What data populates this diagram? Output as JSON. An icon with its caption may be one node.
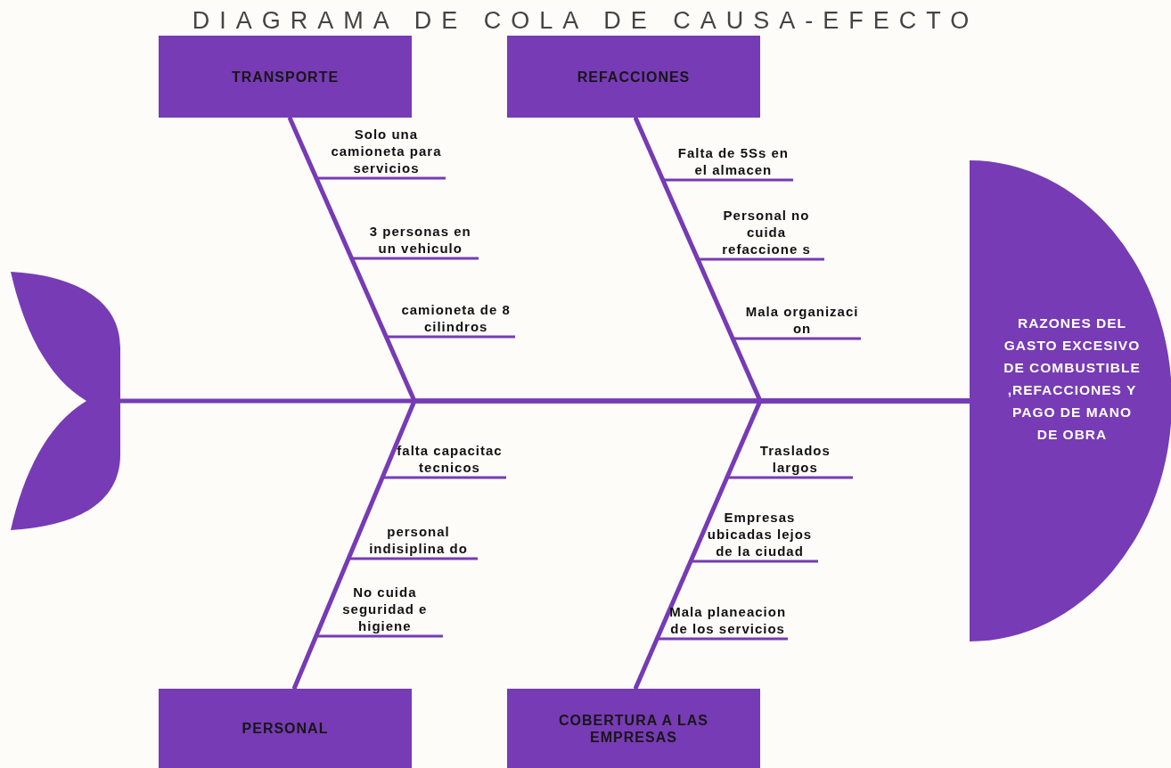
{
  "diagram": {
    "title": "DIAGRAMA DE COLA DE CAUSA-EFECTO",
    "nodes": [
      {
        "text": [
          "TRANSPORTE"
        ]
      },
      {
        "text": [
          "REFACCIONES"
        ]
      },
      {
        "text": [
          "Solo una camioneta para servicios"
        ]
      },
      {
        "text": [
          "3 personas en un vehiculo"
        ]
      },
      {
        "text": [
          "camioneta de 8 cilindros"
        ]
      },
      {
        "text": [
          "Falta de 5Ss en el almacen"
        ]
      },
      {
        "text": [
          "Personal no cuida refaccione s"
        ]
      },
      {
        "text": [
          "Mala organizaci on"
        ]
      },
      {
        "text": [],
        "shape": "tail"
      },
      {
        "text": [
          "RAZONES DEL GASTO EXCESIVO DE COMBUSTIBLE ,REFACCIONES Y PAGO DE MANO DE OBRA"
        ]
      },
      {
        "text": [
          "falta capacitac tecnicos"
        ]
      },
      {
        "text": [
          "personal indisiplina do"
        ]
      },
      {
        "text": [
          "No cuida seguridad e higiene"
        ]
      },
      {
        "text": [
          "Traslados largos"
        ]
      },
      {
        "text": [
          "Empresas ubicadas lejos de la ciudad"
        ]
      },
      {
        "text": [
          "Mala planeacion de los servicios"
        ]
      },
      {
        "text": [
          "PERSONAL"
        ]
      },
      {
        "text": [
          "COBERTURA A LAS EMPRESAS"
        ]
      }
    ],
    "edges": [
      {
        "from": 8,
        "to": 9,
        "arrow": "none"
      },
      {
        "from": 0,
        "to": 9,
        "arrow": "none"
      },
      {
        "from": 1,
        "to": 9,
        "arrow": "none"
      },
      {
        "from": 16,
        "to": 9,
        "arrow": "none"
      },
      {
        "from": 17,
        "to": 9,
        "arrow": "none"
      },
      {
        "from": 2,
        "to": 0,
        "arrow": "none"
      },
      {
        "from": 3,
        "to": 0,
        "arrow": "none"
      },
      {
        "from": 4,
        "to": 0,
        "arrow": "none"
      },
      {
        "from": 5,
        "to": 1,
        "arrow": "none"
      },
      {
        "from": 6,
        "to": 1,
        "arrow": "none"
      },
      {
        "from": 7,
        "to": 1,
        "arrow": "none"
      },
      {
        "from": 10,
        "to": 16,
        "arrow": "none"
      },
      {
        "from": 11,
        "to": 16,
        "arrow": "none"
      },
      {
        "from": 12,
        "to": 16,
        "arrow": "none"
      },
      {
        "from": 13,
        "to": 17,
        "arrow": "none"
      },
      {
        "from": 14,
        "to": 17,
        "arrow": "none"
      },
      {
        "from": 15,
        "to": 17,
        "arrow": "none"
      }
    ]
  }
}
